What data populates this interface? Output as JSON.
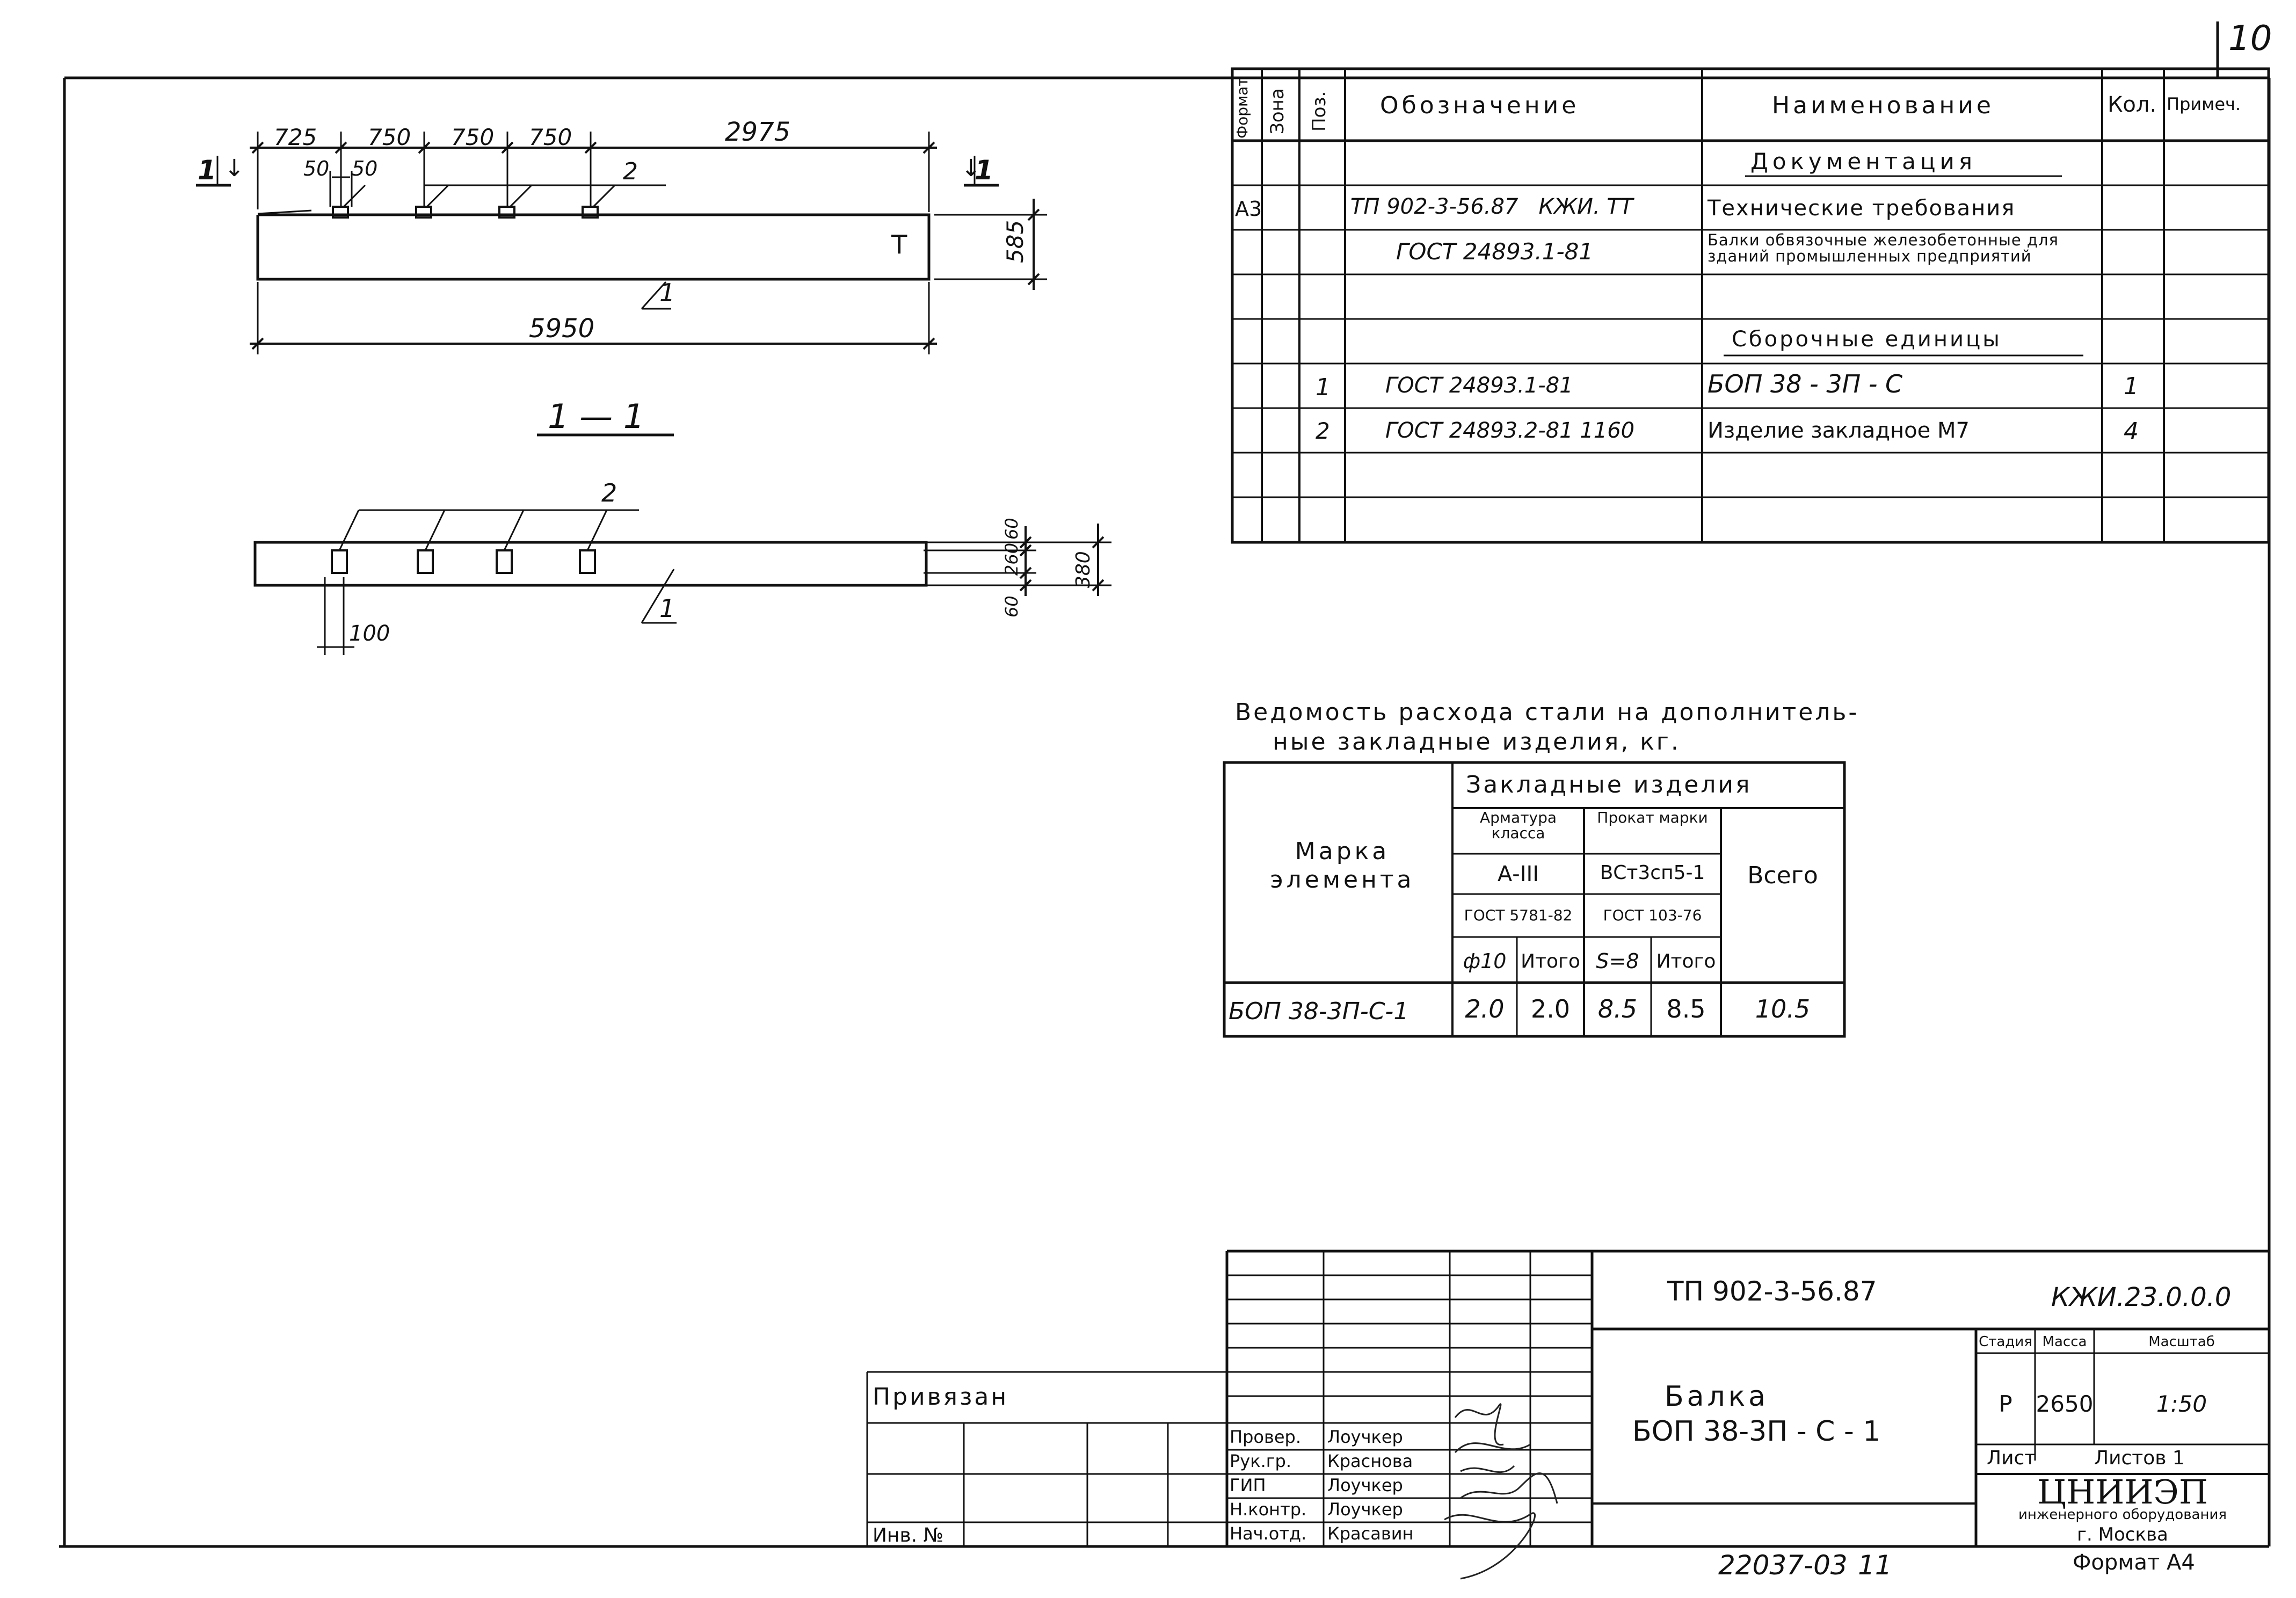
{
  "page_number": "10",
  "drawing": {
    "dim_725": "725",
    "dim_750a": "750",
    "dim_750b": "750",
    "dim_750c": "750",
    "dim_2975": "2975",
    "dim_50a": "50",
    "dim_50b": "50",
    "dim_5950": "5950",
    "dim_585": "585",
    "section_mark_left": "1",
    "section_mark_right": "1",
    "label_t": "Т",
    "pos1_top": "1",
    "pos2_top": "2",
    "section_title": "1 — 1",
    "pos2_section": "2",
    "pos1_section": "1",
    "dim_100": "100",
    "dim_60a": "60",
    "dim_260": "260",
    "dim_60b": "60",
    "dim_380": "380"
  },
  "spec_table": {
    "headers": [
      "Формат",
      "Зона",
      "Поз.",
      "Обозначение",
      "Наименование",
      "Кол.",
      "Примеч."
    ],
    "rows": [
      {
        "format": "",
        "zone": "",
        "pos": "",
        "designation": "",
        "name": "Документация",
        "qty": "",
        "note": ""
      },
      {
        "format": "А3",
        "zone": "",
        "pos": "",
        "designation": "ТП 902-3-56.87   КЖИ. ТТ",
        "name": "Технические требования",
        "qty": "",
        "note": ""
      },
      {
        "format": "",
        "zone": "",
        "pos": "",
        "designation": "ГОСТ 24893.1-81",
        "name": "Балки обвязочные железобетонные для зданий промышленных предприятий",
        "qty": "",
        "note": ""
      },
      {
        "format": "",
        "zone": "",
        "pos": "",
        "designation": "",
        "name": "",
        "qty": "",
        "note": ""
      },
      {
        "format": "",
        "zone": "",
        "pos": "",
        "designation": "",
        "name": "Сборочные единицы",
        "qty": "",
        "note": ""
      },
      {
        "format": "",
        "zone": "",
        "pos": "1",
        "designation": "ГОСТ 24893.1-81",
        "name": "БОП 38 - 3П - С",
        "qty": "1",
        "note": ""
      },
      {
        "format": "",
        "zone": "",
        "pos": "2",
        "designation": "ГОСТ 24893.2-81 1160",
        "name": "Изделие закладное М7",
        "qty": "4",
        "note": ""
      },
      {
        "format": "",
        "zone": "",
        "pos": "",
        "designation": "",
        "name": "",
        "qty": "",
        "note": ""
      },
      {
        "format": "",
        "zone": "",
        "pos": "",
        "designation": "",
        "name": "",
        "qty": "",
        "note": ""
      }
    ]
  },
  "steel_table": {
    "title_line1": "Ведомость расхода стали на дополнитель-",
    "title_line2": "ные закладные изделия, кг.",
    "mark_header": "Марка элемента",
    "group_header": "Закладные изделия",
    "rebar_header": "Арматура класса",
    "rebar_class": "А-III",
    "rebar_gost": "ГОСТ 5781-82",
    "rebar_d": "ф10",
    "rebar_total": "Итого",
    "rolled_header": "Прокат марки",
    "rolled_grade": "ВСт3сп5-1",
    "rolled_gost": "ГОСТ 103-76",
    "rolled_s": "S=8",
    "rolled_total": "Итого",
    "total_header": "Всего",
    "row": {
      "mark": "БОП 38-3П-С-1",
      "d10": "2.0",
      "rebar_total": "2.0",
      "s8": "8.5",
      "rolled_total": "8.5",
      "total": "10.5"
    }
  },
  "title_block": {
    "code": "ТП 902-3-56.87",
    "sheet_code": "КЖИ.23.0.0.0",
    "name_line1": "Балка",
    "name_line2": "БОП 38-3П - С - 1",
    "stage_label": "Стадия",
    "mass_label": "Масса",
    "scale_label": "Масштаб",
    "stage": "Р",
    "mass": "2650",
    "scale": "1:50",
    "sheet_label": "Лист",
    "sheets_label": "Листов 1",
    "org_name": "ЦНИИЭП",
    "org_line2": "инженерного оборудования",
    "org_city": "г. Москва",
    "format": "Формат А4",
    "archive_no": "22037-03",
    "archive_sheet": "11",
    "linked": "Привязан",
    "inv_no": "Инв. №",
    "signatures": [
      {
        "role": "Провер.",
        "name": "Лоучкер"
      },
      {
        "role": "Рук.гр.",
        "name": "Краснова"
      },
      {
        "role": "ГИП",
        "name": "Лоучкер"
      },
      {
        "role": "Н.контр.",
        "name": "Лоучкер"
      },
      {
        "role": "Нач.отд.",
        "name": "Красавин"
      }
    ]
  }
}
